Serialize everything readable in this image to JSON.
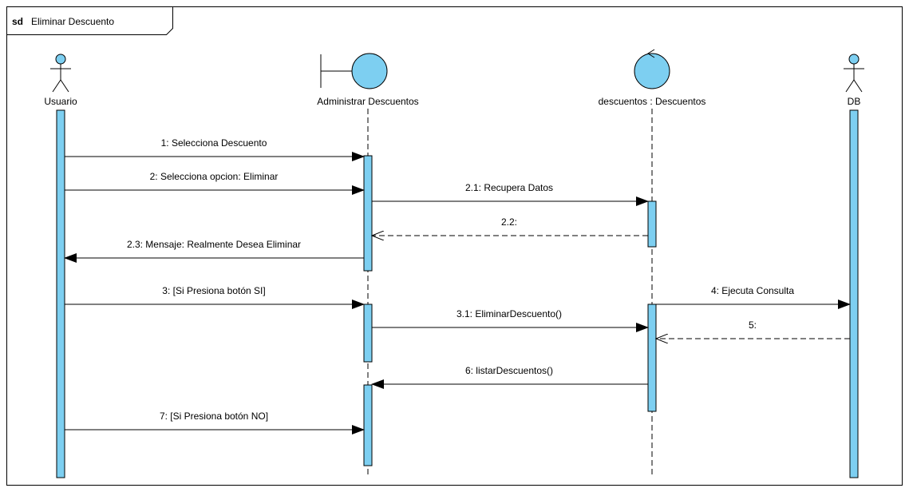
{
  "frame": {
    "keyword": "sd",
    "title": "Eliminar Descuento"
  },
  "lifelines": [
    {
      "id": "usuario",
      "kind": "actor",
      "label": "Usuario"
    },
    {
      "id": "admin",
      "kind": "boundary",
      "label": "Administrar Descuentos"
    },
    {
      "id": "descuentos",
      "kind": "control",
      "label": "descuentos : Descuentos"
    },
    {
      "id": "db",
      "kind": "actor",
      "label": "DB"
    }
  ],
  "messages": [
    {
      "label": "1: Selecciona Descuento",
      "from": "usuario",
      "to": "admin",
      "type": "sync"
    },
    {
      "label": "2: Selecciona opcion: Eliminar",
      "from": "usuario",
      "to": "admin",
      "type": "sync"
    },
    {
      "label": "2.1: Recupera Datos",
      "from": "admin",
      "to": "descuentos",
      "type": "sync"
    },
    {
      "label": "2.2:",
      "from": "descuentos",
      "to": "admin",
      "type": "return"
    },
    {
      "label": "2.3: Mensaje: Realmente Desea Eliminar",
      "from": "admin",
      "to": "usuario",
      "type": "sync"
    },
    {
      "label": "3: [Si Presiona botón  SI]",
      "from": "usuario",
      "to": "admin",
      "type": "sync"
    },
    {
      "label": "4: Ejecuta Consulta",
      "from": "descuentos",
      "to": "db",
      "type": "sync"
    },
    {
      "label": "3.1: EliminarDescuento()",
      "from": "admin",
      "to": "descuentos",
      "type": "sync"
    },
    {
      "label": "5:",
      "from": "db",
      "to": "descuentos",
      "type": "return"
    },
    {
      "label": "6: listarDescuentos()",
      "from": "descuentos",
      "to": "admin",
      "type": "sync"
    },
    {
      "label": "7: [Si Presiona botón NO]",
      "from": "usuario",
      "to": "admin",
      "type": "sync"
    }
  ],
  "colors": {
    "fill": "#7dcff1",
    "stroke": "#000000",
    "frame": "#000000"
  }
}
